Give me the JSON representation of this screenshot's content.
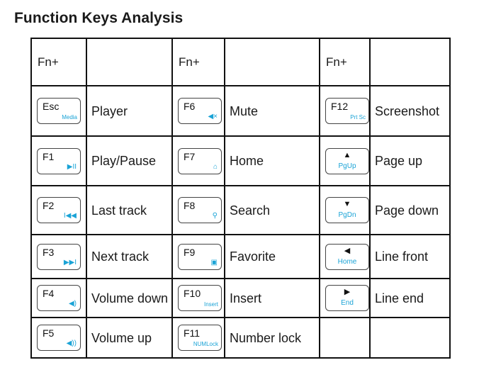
{
  "title": "Function Keys Analysis",
  "headers": [
    "Fn+",
    "Fn+",
    "Fn+"
  ],
  "rows": [
    [
      {
        "key": "Esc",
        "sub": "Media",
        "desc": "Player"
      },
      {
        "key": "F6",
        "icon": "mute-icon",
        "glyph": "◀×",
        "desc": "Mute"
      },
      {
        "key": "F12",
        "sub": "Prt Sc",
        "desc": "Screenshot"
      }
    ],
    [
      {
        "key": "F1",
        "icon": "play-pause-icon",
        "glyph": "▶II",
        "desc": "Play/Pause"
      },
      {
        "key": "F7",
        "icon": "home-icon",
        "glyph": "⌂",
        "desc": "Home"
      },
      {
        "arrow": "▲",
        "sub": "PgUp",
        "desc": "Page up"
      }
    ],
    [
      {
        "key": "F2",
        "icon": "previous-track-icon",
        "glyph": "I◀◀",
        "desc": "Last track"
      },
      {
        "key": "F8",
        "icon": "search-icon",
        "glyph": "⚲",
        "desc": "Search"
      },
      {
        "arrow": "▼",
        "sub": "PgDn",
        "desc": "Page down"
      }
    ],
    [
      {
        "key": "F3",
        "icon": "next-track-icon",
        "glyph": "▶▶I",
        "desc": "Next track"
      },
      {
        "key": "F9",
        "icon": "favorite-folder-icon",
        "glyph": "▣",
        "desc": "Favorite"
      },
      {
        "arrow": "◀",
        "sub": "Home",
        "desc": "Line front"
      }
    ],
    [
      {
        "key": "F4",
        "icon": "volume-down-icon",
        "glyph": "◀)",
        "desc": "Volume down"
      },
      {
        "key": "F10",
        "sub": "Insert",
        "desc": "Insert"
      },
      {
        "arrow": "▶",
        "sub": "End",
        "desc": "Line end"
      }
    ],
    [
      {
        "key": "F5",
        "icon": "volume-up-icon",
        "glyph": "◀))",
        "desc": "Volume up"
      },
      {
        "key": "F11",
        "sub": "NUMLock",
        "desc": "Number lock"
      },
      {
        "empty": true
      }
    ]
  ],
  "colors": {
    "accent": "#1aa3d6",
    "border": "#111111"
  }
}
